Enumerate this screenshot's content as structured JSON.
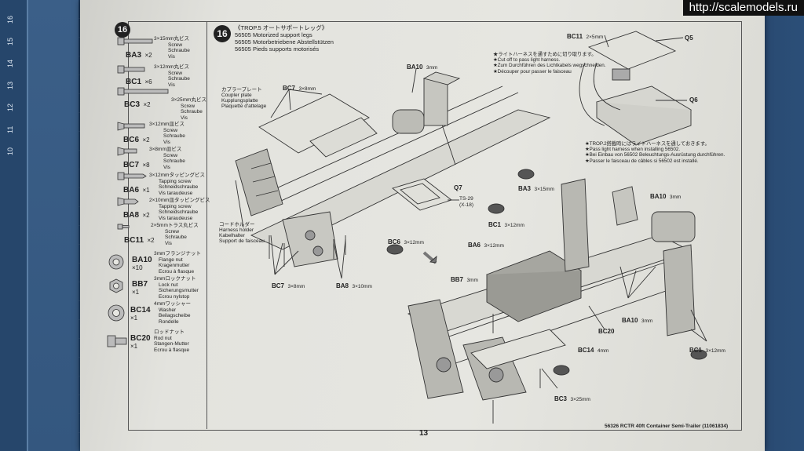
{
  "watermark": "http://scalemodels.ru",
  "ruler_numbers": [
    "16",
    "15",
    "14",
    "13",
    "12",
    "11",
    "10"
  ],
  "parts_list": {
    "step": "16",
    "items": [
      {
        "code": "BA3",
        "qty": "×2",
        "jp": "3×15mm丸ビス",
        "en": "Screw",
        "de": "Schraube",
        "fr": "Vis"
      },
      {
        "code": "BC1",
        "qty": "×6",
        "jp": "3×12mm丸ビス",
        "en": "Screw",
        "de": "Schraube",
        "fr": "Vis"
      },
      {
        "code": "BC3",
        "qty": "×2",
        "jp": "3×25mm丸ビス",
        "en": "Screw",
        "de": "Schraube",
        "fr": "Vis"
      },
      {
        "code": "BC6",
        "qty": "×2",
        "jp": "3×12mm皿ビス",
        "en": "Screw",
        "de": "Schraube",
        "fr": "Vis"
      },
      {
        "code": "BC7",
        "qty": "×8",
        "jp": "3×8mm皿ビス",
        "en": "Screw",
        "de": "Schraube",
        "fr": "Vis"
      },
      {
        "code": "BA6",
        "qty": "×1",
        "jp": "3×12mmタッピングビス",
        "en": "Tapping screw",
        "de": "Schneidschraube",
        "fr": "Vis taraudeuse"
      },
      {
        "code": "BA8",
        "qty": "×2",
        "jp": "2×10mm皿タッピングビス",
        "en": "Tapping screw",
        "de": "Schneidschraube",
        "fr": "Vis taraudeuse"
      },
      {
        "code": "BC11",
        "qty": "×2",
        "jp": "2×5mmトラス丸ビス",
        "en": "Screw",
        "de": "Schraube",
        "fr": "Vis"
      },
      {
        "code": "BA10",
        "qty": "×10",
        "jp": "3mmフランジナット",
        "en": "Flange nut",
        "de": "Kragenmutter",
        "fr": "Ecrou à flasque"
      },
      {
        "code": "BB7",
        "qty": "×1",
        "jp": "3mmロックナット",
        "en": "Lock nut",
        "de": "Sicherungsmutter",
        "fr": "Ecrou nylstop"
      },
      {
        "code": "BC14",
        "qty": "×1",
        "jp": "4mmワッシャー",
        "en": "Washer",
        "de": "Beilagscheibe",
        "fr": "Rondelle"
      },
      {
        "code": "BC20",
        "qty": "×1",
        "jp": "ロッドナット",
        "en": "Rod nut",
        "de": "Stangen-Mutter",
        "fr": "Ecrou à flasque"
      }
    ]
  },
  "main": {
    "step": "16",
    "title_jp": "《TROP.5 オートサポートレッグ》",
    "title_en": "56505 Motorized support legs",
    "title_de": "56505 Motorbetriebene Abstellstützen",
    "title_fr": "56505 Pieds supports motorisés",
    "coupler_jp": "カプラープレート",
    "coupler_en": "Coupler plate",
    "coupler_de": "Kupplungsplatte",
    "coupler_fr": "Plaquette d'attelage",
    "harness_jp": "コードホルダー",
    "harness_en": "Harness holder",
    "harness_de": "Kabelhalter",
    "harness_fr": "Support de faisceau",
    "cut_jp": "★ライトハーネスを通すために切り取ります。",
    "cut_en": "★Cut off to pass light harness.",
    "cut_de": "★Zum Durchführen des Lichtkabels wegschneiden.",
    "cut_fr": "★Découper pour passer le faisceau",
    "trop2_jp": "★TROP.2搭載時にはライトハーネスを通しておきます。",
    "trop2_en": "★Pass light harness when installing 56502.",
    "trop2_de": "★Bei Einbau von 56502 Beleuchtungs-Ausrüstung durchführen.",
    "trop2_fr": "★Passer le faisceau de câbles si 56502 est installé.",
    "callouts": {
      "bc7_top": "BC7",
      "bc7_top_size": "3×8mm",
      "ba10_top": "BA10",
      "ba10_top_size": "3mm",
      "bc11": "BC11",
      "bc11_size": "2×5mm",
      "q5": "Q5",
      "q6": "Q6",
      "q7": "Q7",
      "ts29": "TS-29",
      "ts29_sub": "(X-18)",
      "ba3": "BA3",
      "ba3_size": "3×15mm",
      "bc1_mid": "BC1",
      "bc1_mid_size": "3×12mm",
      "ba10_right": "BA10",
      "ba10_right_size": "3mm",
      "bc6": "BC6",
      "bc6_size": "3×12mm",
      "ba6": "BA6",
      "ba6_size": "3×12mm",
      "bb7": "BB7",
      "bb7_size": "3mm",
      "bc7_bot": "BC7",
      "bc7_bot_size": "3×8mm",
      "ba8": "BA8",
      "ba8_size": "3×10mm",
      "bc20": "BC20",
      "ba10_bot": "BA10",
      "ba10_bot_size": "3mm",
      "bc14": "BC14",
      "bc14_size": "4mm",
      "bc1_bot": "BC1",
      "bc1_bot_size": "3×12mm",
      "bc3": "BC3",
      "bc3_size": "3×25mm"
    }
  },
  "page_number": "13",
  "footer": "56326  RCTR 40ft Container Semi-Trailer (11061834)"
}
